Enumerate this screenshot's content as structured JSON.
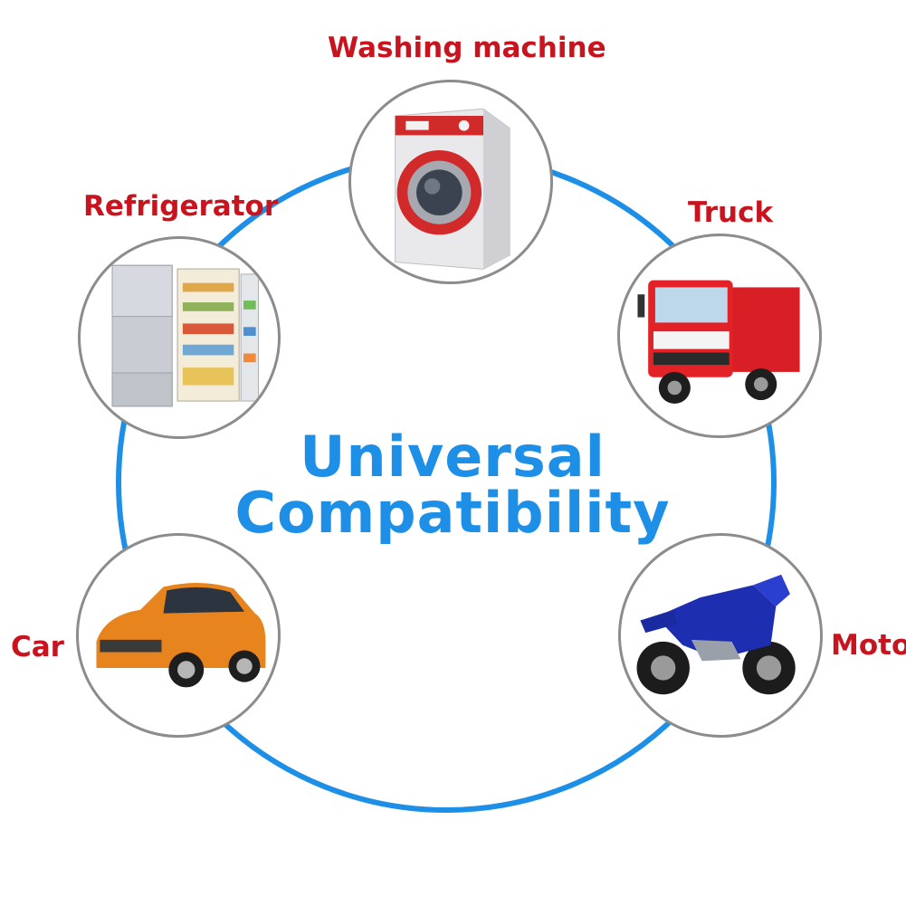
{
  "headline": {
    "line1": "Universal",
    "line2": "Compatibility"
  },
  "items": [
    {
      "label": "Washing machine",
      "icon": "washing-machine-icon"
    },
    {
      "label": "Refrigerator",
      "icon": "refrigerator-icon"
    },
    {
      "label": "Truck",
      "icon": "truck-icon"
    },
    {
      "label": "Car",
      "icon": "car-icon"
    },
    {
      "label": "Moto",
      "icon": "motorcycle-icon"
    }
  ],
  "colors": {
    "ring": "#1e8fe6",
    "headline": "#1e8fe6",
    "labels": "#c8141e",
    "item_border": "#8c8c8c"
  }
}
